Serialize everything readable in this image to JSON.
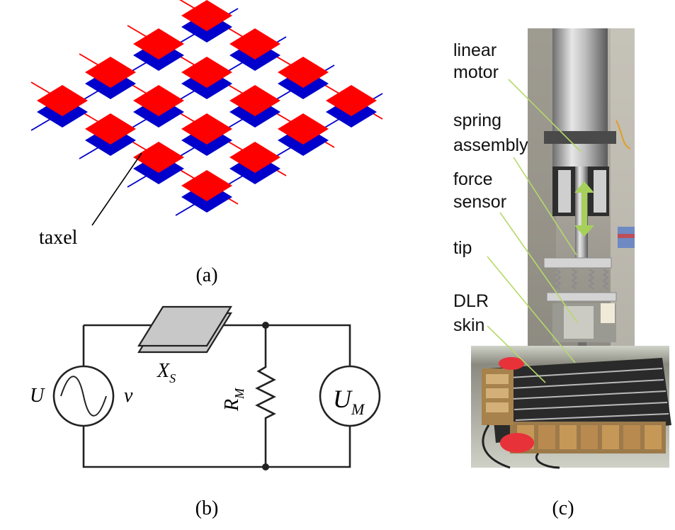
{
  "panel_a": {
    "taxel_label": "taxel",
    "caption": "(a)",
    "colors": {
      "top_electrode": "#ff0000",
      "bottom_electrode": "#0000cc",
      "lines": "#000000"
    }
  },
  "panel_b": {
    "caption": "(b)",
    "source_label": "U",
    "frequency_label": "ν",
    "sensor_label_main": "X",
    "sensor_label_sub": "S",
    "resistor_label_main": "R",
    "resistor_label_sub": "M",
    "meter_label_main": "U",
    "meter_label_sub": "M",
    "colors": {
      "wire": "#222222",
      "plate": "#c8c8c8"
    }
  },
  "panel_c": {
    "caption": "(c)",
    "labels": {
      "linear_motor_1": "linear",
      "linear_motor_2": "motor",
      "spring_1": "spring",
      "spring_2": "assembly",
      "force_1": "force",
      "force_2": "sensor",
      "tip": "tip",
      "dlr_1": "DLR",
      "dlr_2": "skin"
    },
    "colors": {
      "leader_lines": "#b5d96a",
      "arrow": "#a6d05a",
      "red_marker": "#e8323a"
    }
  }
}
